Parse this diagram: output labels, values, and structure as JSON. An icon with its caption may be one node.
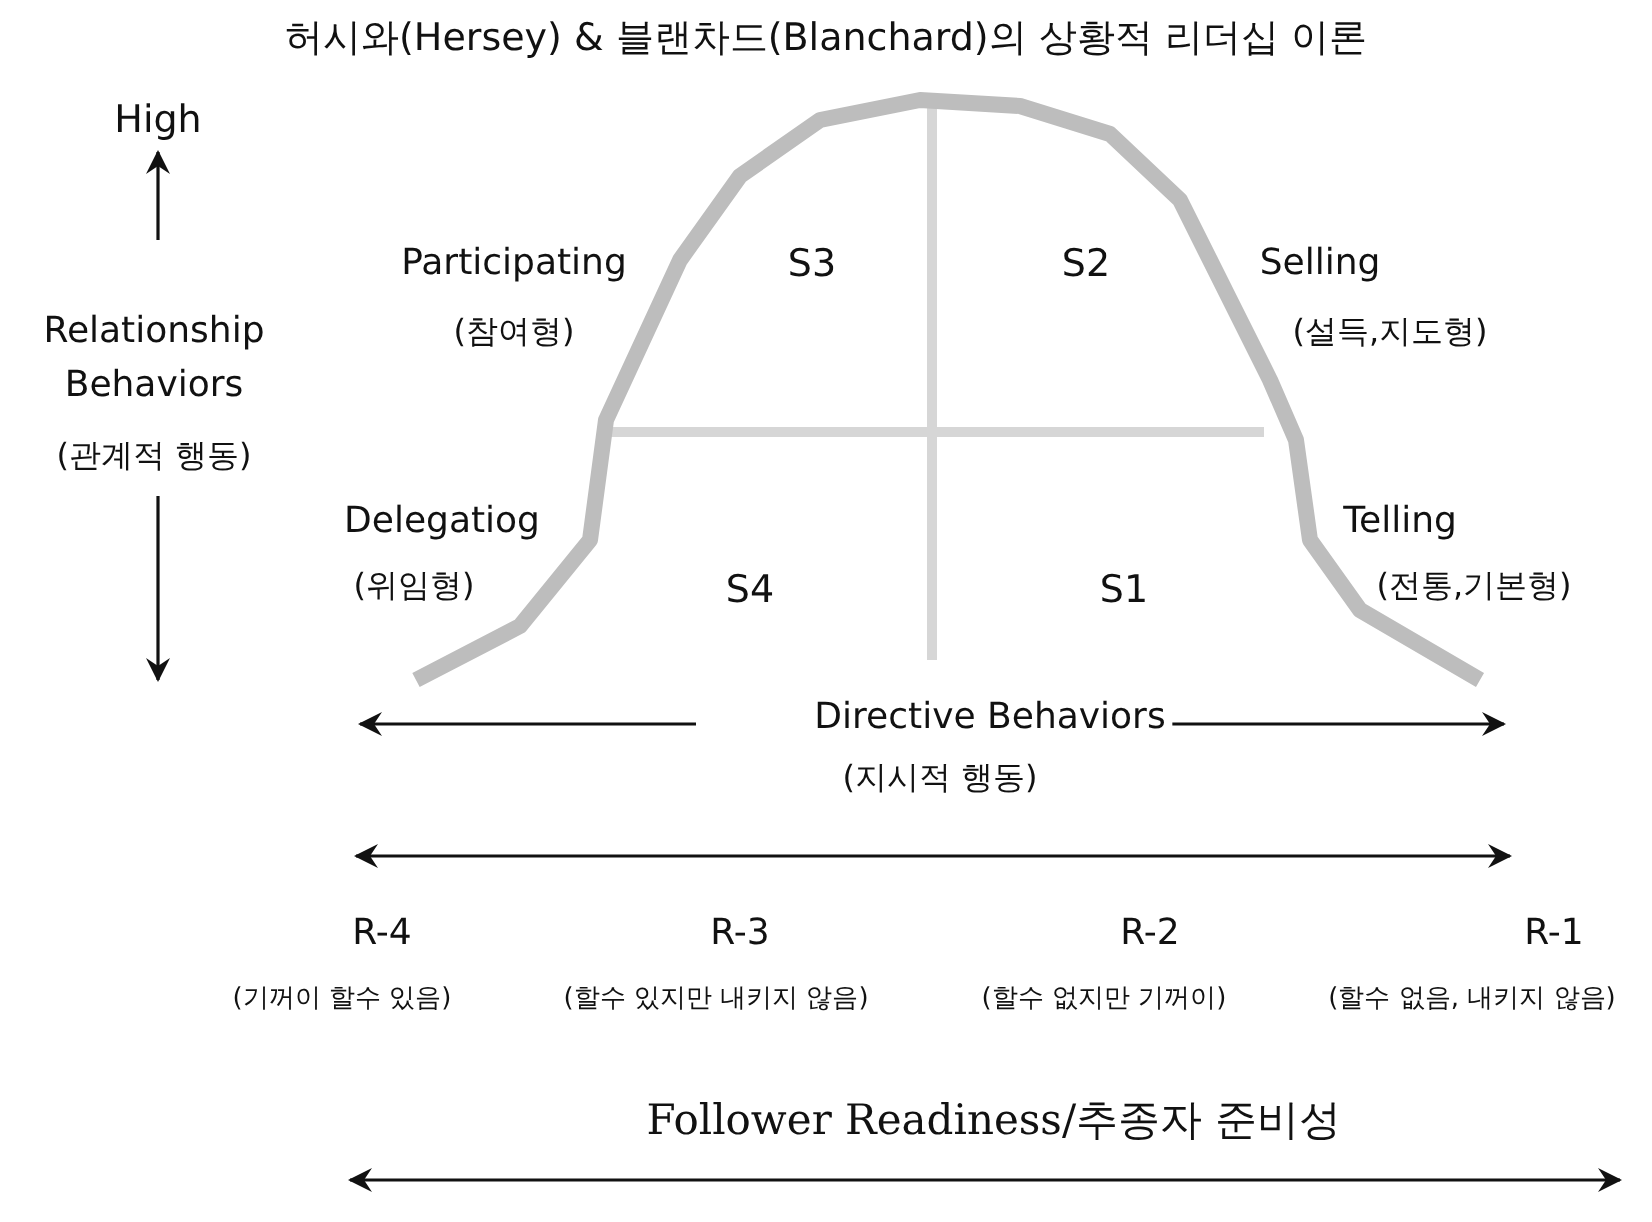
{
  "diagram": {
    "title": "허시와(Hersey) & 블랜차드(Blanchard)의 상황적 리더십 이론",
    "labels": [
      "High",
      "Participating",
      "S3",
      "S2",
      "Selling",
      "(참여형)",
      "(설득,지도형)",
      "Relationship Behaviors",
      "(관계적 행동)",
      "Delegatiog",
      "Telling",
      "(위임형)",
      "S4",
      "S1",
      "(전통,기본형)",
      "Directive Behaviors",
      "(지시적 행동)",
      "R-4",
      "R-3",
      "R-2",
      "R-1",
      "(기꺼이 할수 있음)",
      "(할수 있지만 내키지 않음)",
      "(할수 없지만 기꺼이)",
      "(할수 없음, 내키지 않음)",
      "Follower Readiness/추종자 준비성"
    ]
  }
}
